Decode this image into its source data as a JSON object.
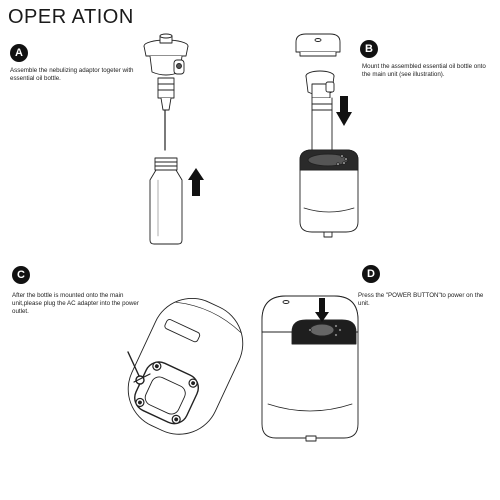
{
  "title": "OPER ATION",
  "steps": [
    {
      "badge": "A",
      "text": "Assemble the nebulizing adaptor togeter with essential oil bottle."
    },
    {
      "badge": "B",
      "text": "Mount the assembled essential oil bottle onto the main unit (see illustration)."
    },
    {
      "badge": "C",
      "text": "After the bottle is mounted onto the main unit,please plug the AC adapter into the power outlet."
    },
    {
      "badge": "D",
      "text": "Press the \"POWER BUTTON\"to power on the unit."
    }
  ],
  "icons": {
    "arrow": "up-arrow-icon",
    "down_arrow": "down-arrow-icon"
  }
}
